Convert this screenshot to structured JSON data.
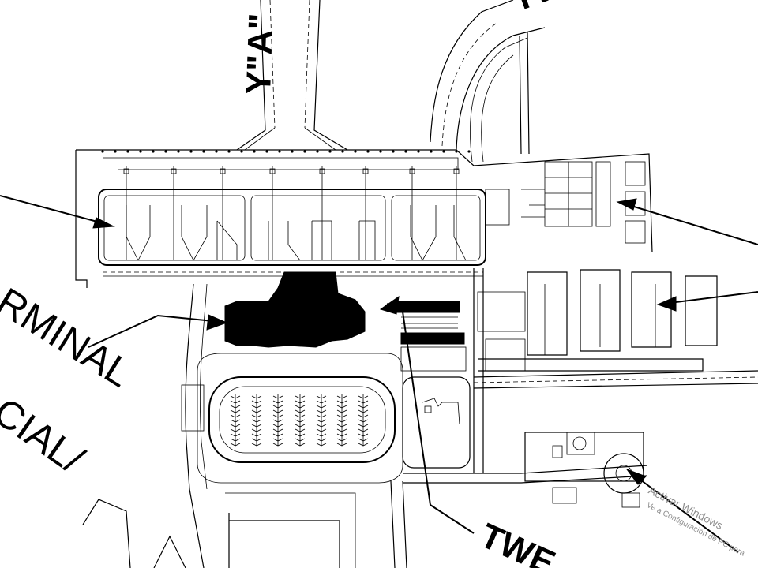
{
  "labels": {
    "taxiway_a": "Y\"A\"",
    "taxiway_top": "TW",
    "terminal": "RMINAL",
    "comercial": "CIAL/",
    "twy_bottom": "TWE"
  },
  "watermark": {
    "line1": "Activar Windows",
    "line2": "Ve a Configuración de PC para"
  }
}
